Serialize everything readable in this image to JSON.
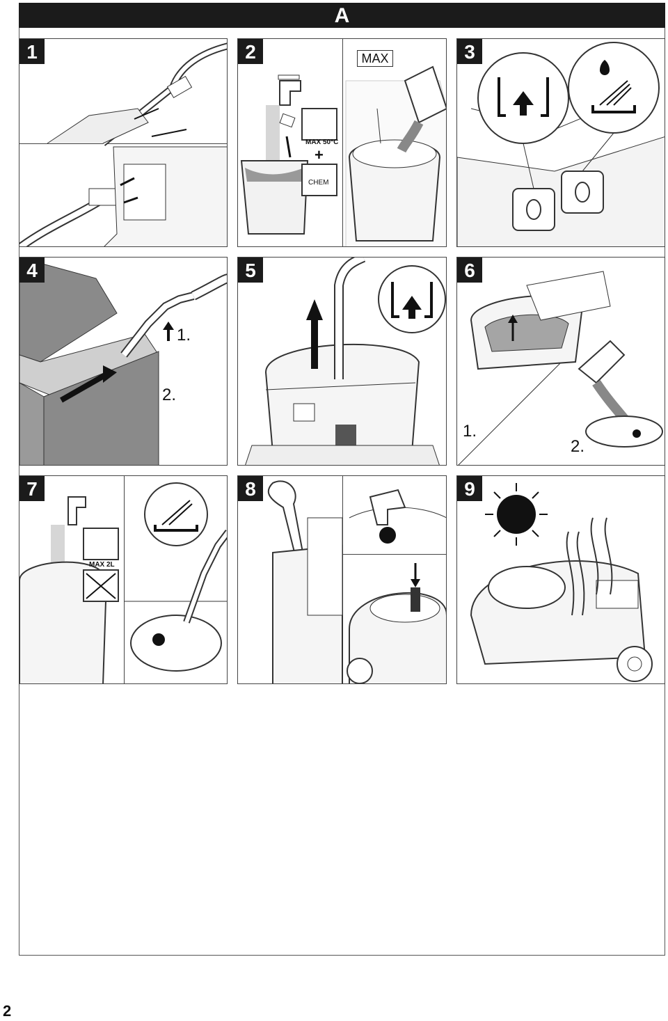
{
  "header": {
    "title": "A"
  },
  "panels": {
    "p1": {
      "number": "1"
    },
    "p2": {
      "number": "2",
      "max_label": "MAX",
      "temp_label": "MAX 50°C",
      "plus": "+",
      "chem_label": "CHEM"
    },
    "p3": {
      "number": "3"
    },
    "p4": {
      "number": "4",
      "step1": "1.",
      "step2": "2."
    },
    "p5": {
      "number": "5"
    },
    "p6": {
      "number": "6",
      "step1": "1.",
      "step2": "2."
    },
    "p7": {
      "number": "7",
      "max_label": "MAX 2L"
    },
    "p8": {
      "number": "8"
    },
    "p9": {
      "number": "9"
    }
  },
  "footer": {
    "page_number": "2"
  },
  "colors": {
    "header_bg": "#1b1b1b",
    "line": "#444444",
    "fabric": "#8a8a8a",
    "water": "#9a9a9a"
  }
}
